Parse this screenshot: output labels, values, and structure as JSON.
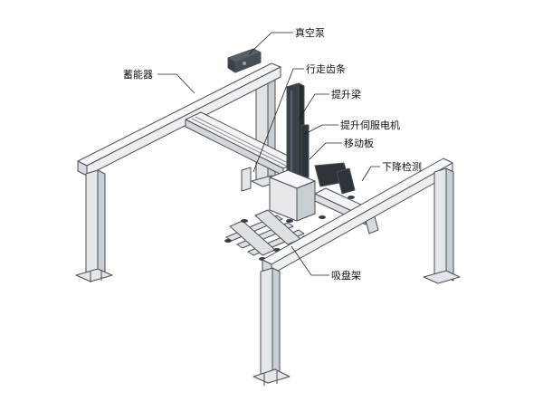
{
  "labels": {
    "vacuum_pump": "真空泵",
    "accumulator": "蓄能器",
    "travel_rack": "行走齿条",
    "lift_beam": "提升梁",
    "lift_servo_motor": "提升伺服电机",
    "moving_plate": "移动板",
    "descent_sensor": "下降检测",
    "suction_cup_rack": "吸盘架"
  },
  "colors": {
    "frame_front": "#eef0f2",
    "frame_top": "#f7f8f9",
    "frame_side": "#c9ced3",
    "outline": "#4a4f55",
    "dark_part": "#3a4048",
    "leader": "#222222"
  }
}
